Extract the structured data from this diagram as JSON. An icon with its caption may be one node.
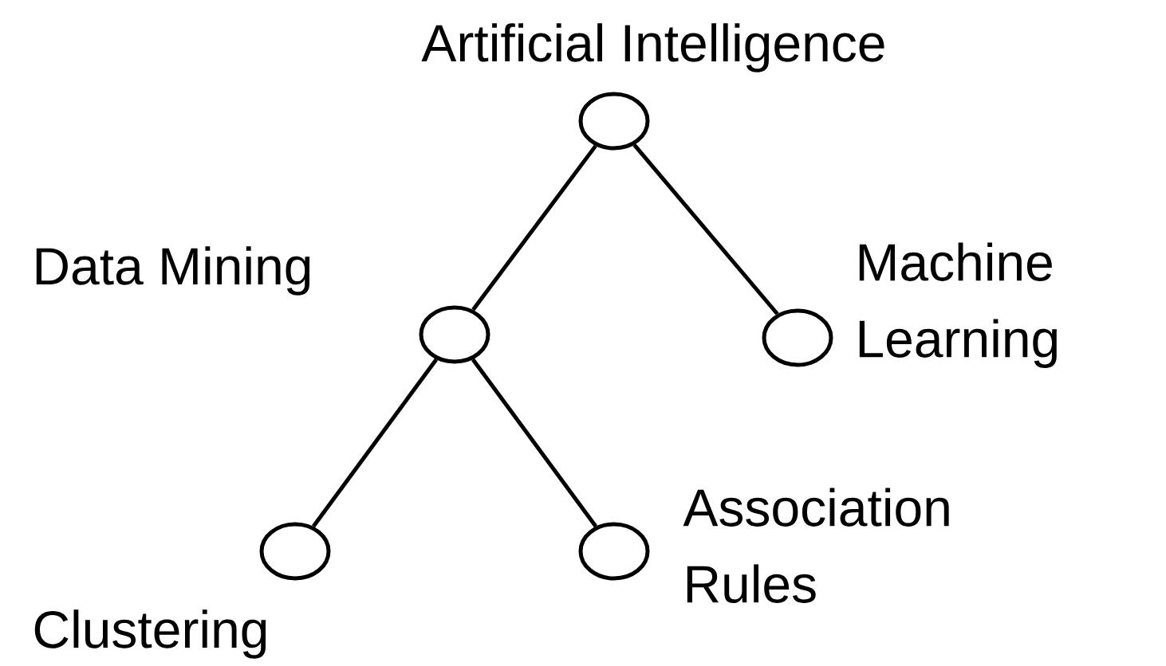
{
  "diagram": {
    "nodes": [
      {
        "text": [
          "Artificial Intelligence"
        ]
      },
      {
        "text": [
          "Data Mining"
        ]
      },
      {
        "text": [
          "Machine Learning"
        ]
      },
      {
        "text": [
          "Clustering"
        ]
      },
      {
        "text": [
          "Association Rules"
        ]
      }
    ],
    "edges": [
      {
        "from": 0,
        "to": 1,
        "arrow": "none"
      },
      {
        "from": 0,
        "to": 2,
        "arrow": "none"
      },
      {
        "from": 1,
        "to": 3,
        "arrow": "none"
      },
      {
        "from": 1,
        "to": 4,
        "arrow": "none"
      }
    ]
  }
}
